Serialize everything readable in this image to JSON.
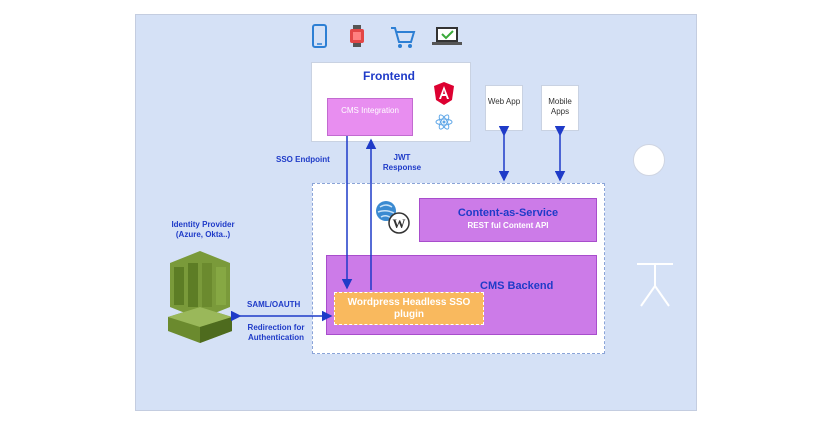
{
  "frontend": {
    "title": "Frontend"
  },
  "cms_integration": {
    "label": "CMS Integration"
  },
  "web_app": {
    "label": "Web App"
  },
  "mobile_apps": {
    "label": "Mobile Apps"
  },
  "sso_endpoint": {
    "label": "SSO Endpoint"
  },
  "jwt_response": {
    "label": "JWT Response"
  },
  "content_as_service": {
    "title": "Content-as-Service",
    "subtitle": "REST ful Content API"
  },
  "cms_backend": {
    "title": "CMS Backend"
  },
  "sso_plugin": {
    "label": "Wordpress Headless SSO plugin"
  },
  "identity_provider": {
    "label": "Identity Provider (Azure, Okta..)"
  },
  "saml": {
    "label": "SAML/OAUTH"
  },
  "redirection": {
    "label": "Redirection for Authentication"
  },
  "colors": {
    "canvas": "#d5e1f6",
    "purple": "#cc7be8",
    "pink": "#e88ef0",
    "orange": "#f9b95e",
    "blue_text": "#1f3bc8",
    "green": "#6b8a2e"
  }
}
